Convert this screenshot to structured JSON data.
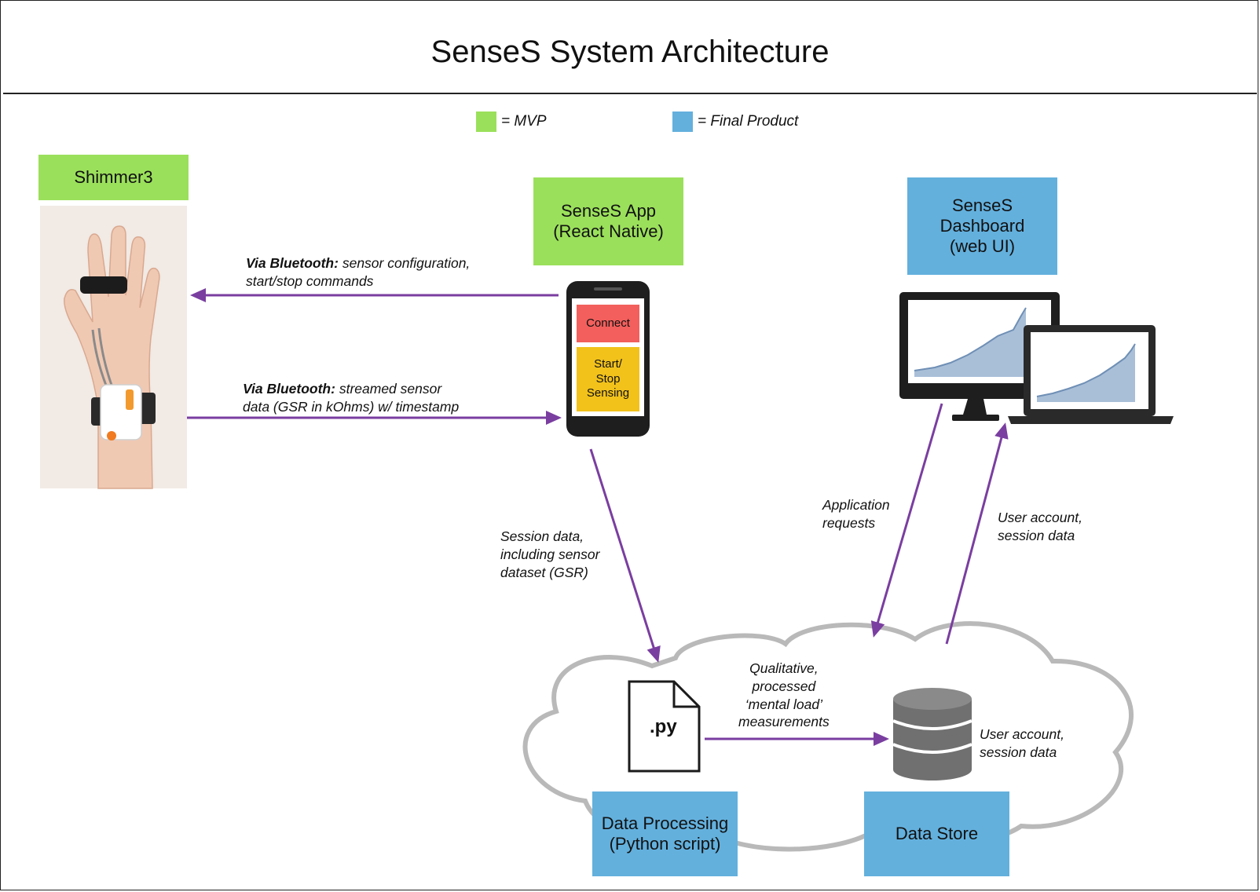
{
  "title": "SenseS System Architecture",
  "legend": [
    {
      "color": "#9be05b",
      "label": "= MVP"
    },
    {
      "color": "#63b0dd",
      "label": "= Final Product"
    }
  ],
  "nodes": {
    "shimmer": "Shimmer3",
    "app": "SenseS App\n(React Native)",
    "dashboard": "SenseS\nDashboard\n(web UI)",
    "processing": "Data Processing\n(Python script)",
    "store": "Data Store"
  },
  "phone": {
    "connect": "Connect",
    "start_stop": "Start/\nStop\nSensing",
    "connect_color": "#f25f5c",
    "start_color": "#f2c21b"
  },
  "file_label": ".py",
  "edges": {
    "app_to_shimmer_bold": "Via Bluetooth:",
    "app_to_shimmer_rest": " sensor configuration,\nstart/stop commands",
    "shimmer_to_app_bold": "Via Bluetooth:",
    "shimmer_to_app_rest": " streamed sensor\ndata (GSR in kOhms) w/ timestamp",
    "app_to_cloud": "Session data,\nincluding sensor\ndataset (GSR)",
    "dashboard_to_cloud": "Application\nrequests",
    "cloud_to_dashboard": "User account,\nsession data",
    "processing_to_store": "Qualitative,\nprocessed\n‘mental load’\nmeasurements",
    "store_contents": "User account,\nsession data"
  },
  "colors": {
    "arrow": "#7a3ea0",
    "cloud_stroke": "#b9b9b9"
  }
}
